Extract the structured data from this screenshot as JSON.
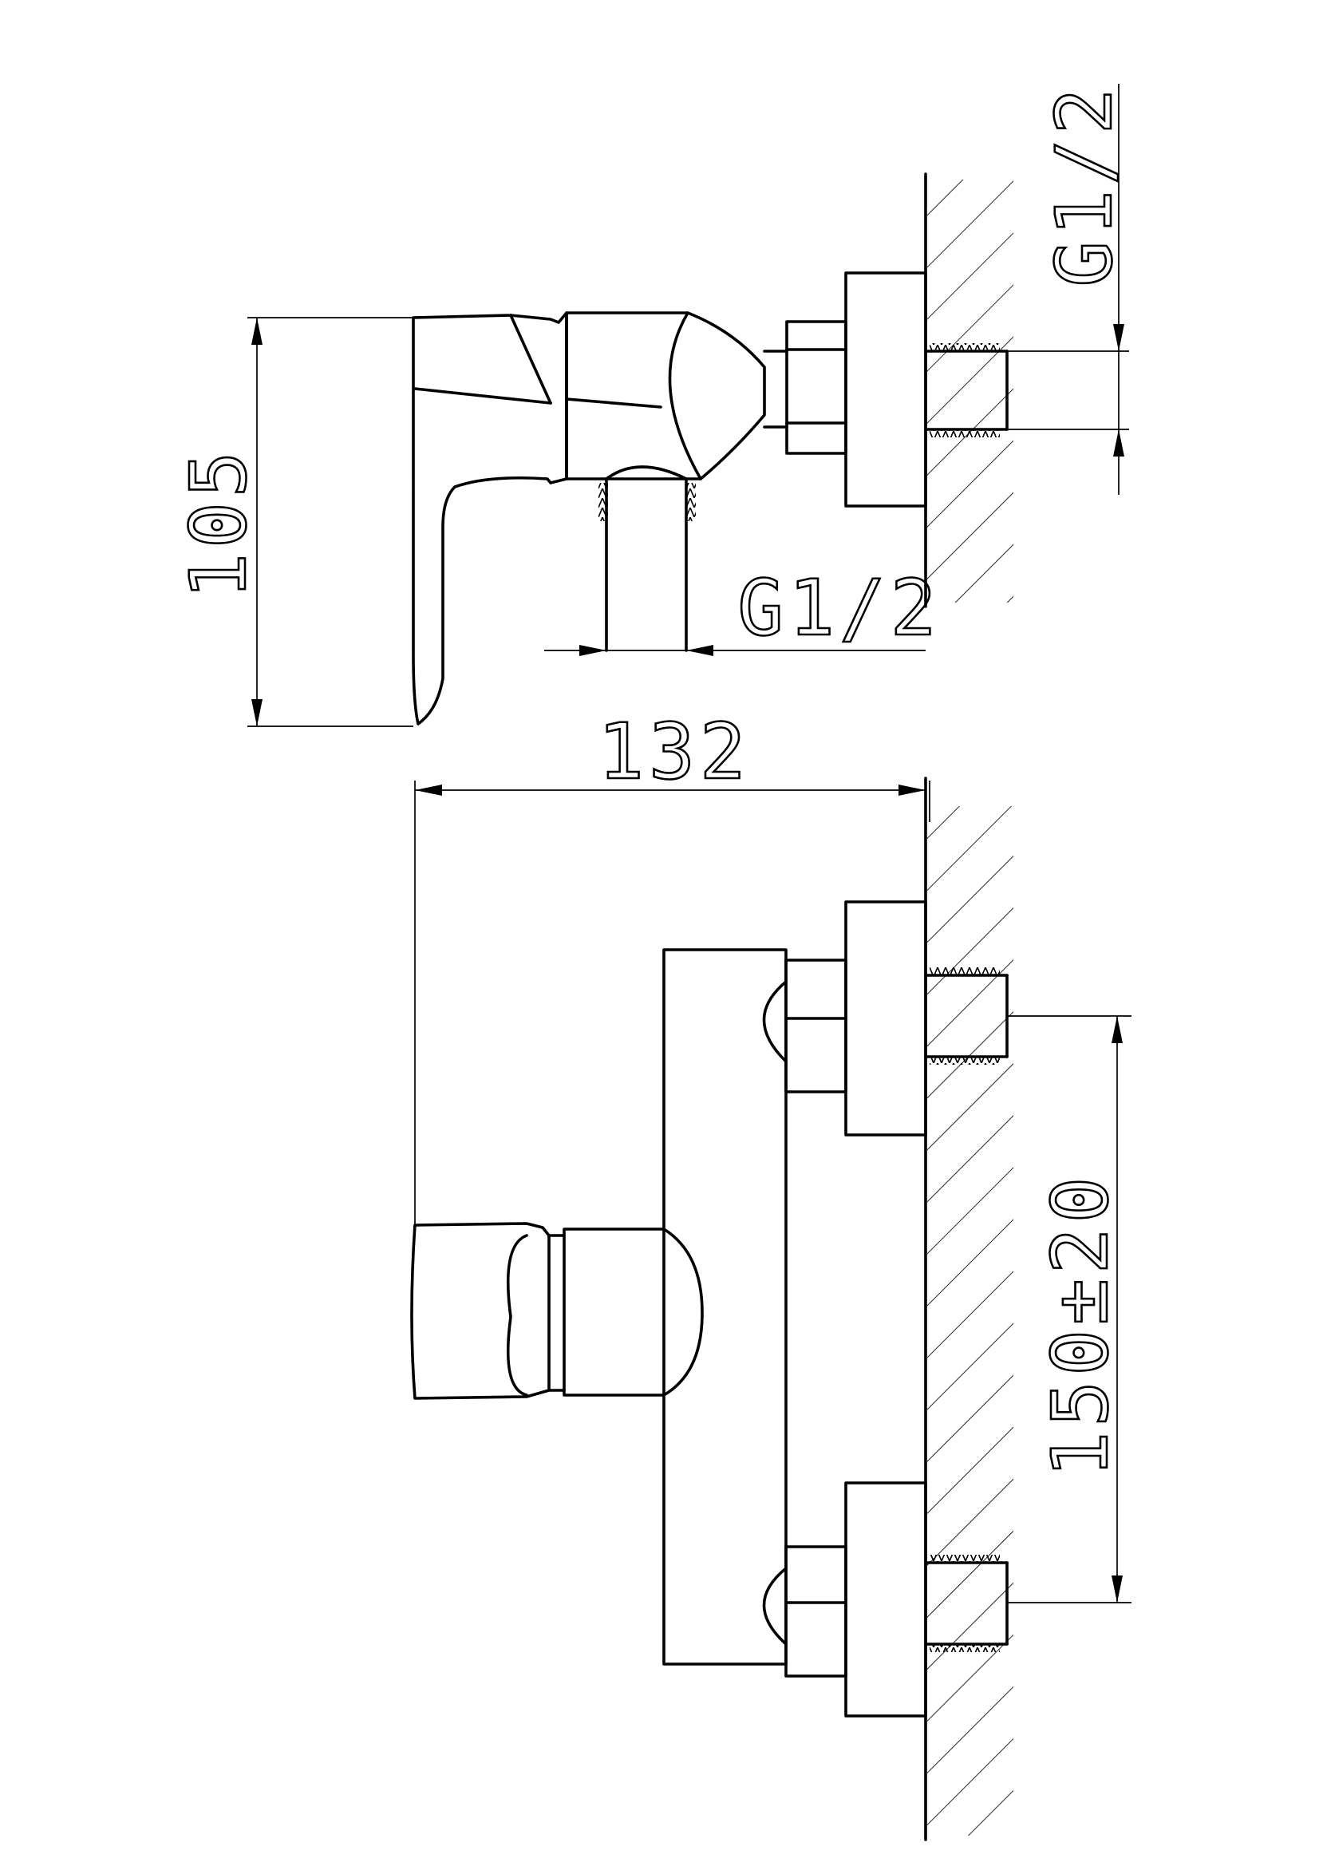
{
  "dimensions": {
    "overall_height": "105",
    "projection": "132",
    "centers": "150±20",
    "outlet_thread": "G1/2",
    "inlet_thread": "G1/2"
  }
}
